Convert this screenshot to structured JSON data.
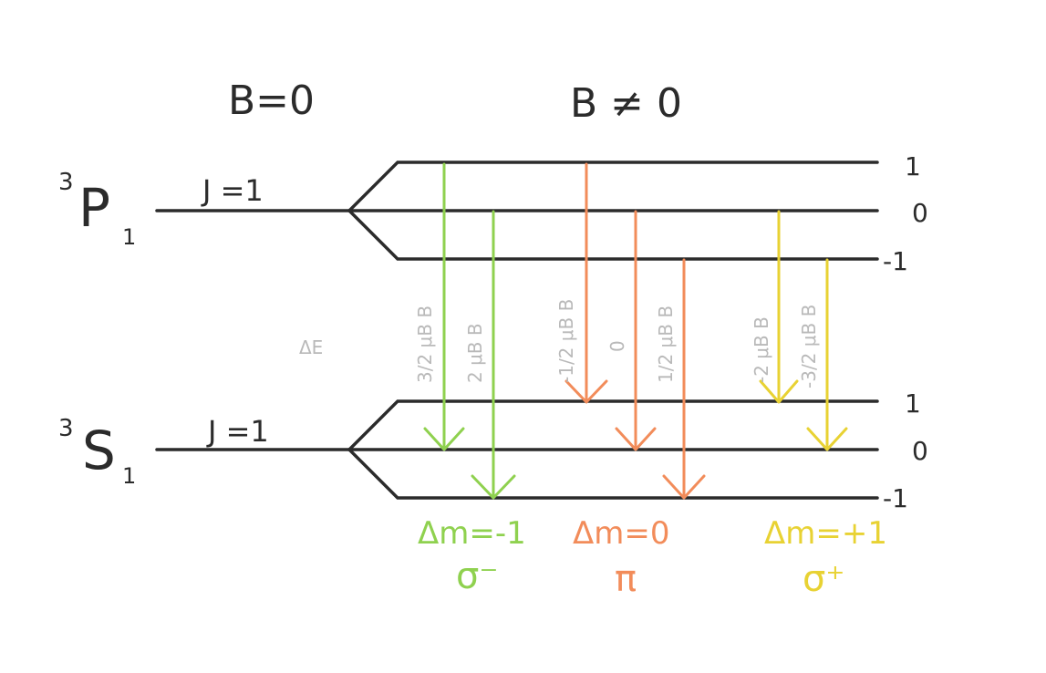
{
  "header": {
    "left": "B=0",
    "right": "B ≠ 0"
  },
  "upper": {
    "term": {
      "sup": "3",
      "main": "P",
      "sub": "1"
    },
    "j_label": "J =1",
    "m_labels": [
      "1",
      "0",
      "-1"
    ]
  },
  "lower": {
    "term": {
      "sup": "3",
      "main": "S",
      "sub": "1"
    },
    "j_label": "J =1",
    "m_labels": [
      "1",
      "0",
      "-1"
    ]
  },
  "delta_e": "ΔE",
  "shifts": [
    "3/2 μB B",
    "2 μB B",
    "-1/2 μB B",
    "0",
    "1/2 μB B",
    "-2 μB B",
    "-3/2 μB B"
  ],
  "groups": [
    {
      "rule": "Δm=-1",
      "polarization": "σ⁻",
      "color": "#8fd14f"
    },
    {
      "rule": "Δm=0",
      "polarization": "π",
      "color": "#f28c5a"
    },
    {
      "rule": "Δm=+1",
      "polarization": "σ⁺",
      "color": "#e8d233"
    }
  ],
  "colors": {
    "ink": "#2b2b2b",
    "shift_text": "#b9b9b9"
  }
}
